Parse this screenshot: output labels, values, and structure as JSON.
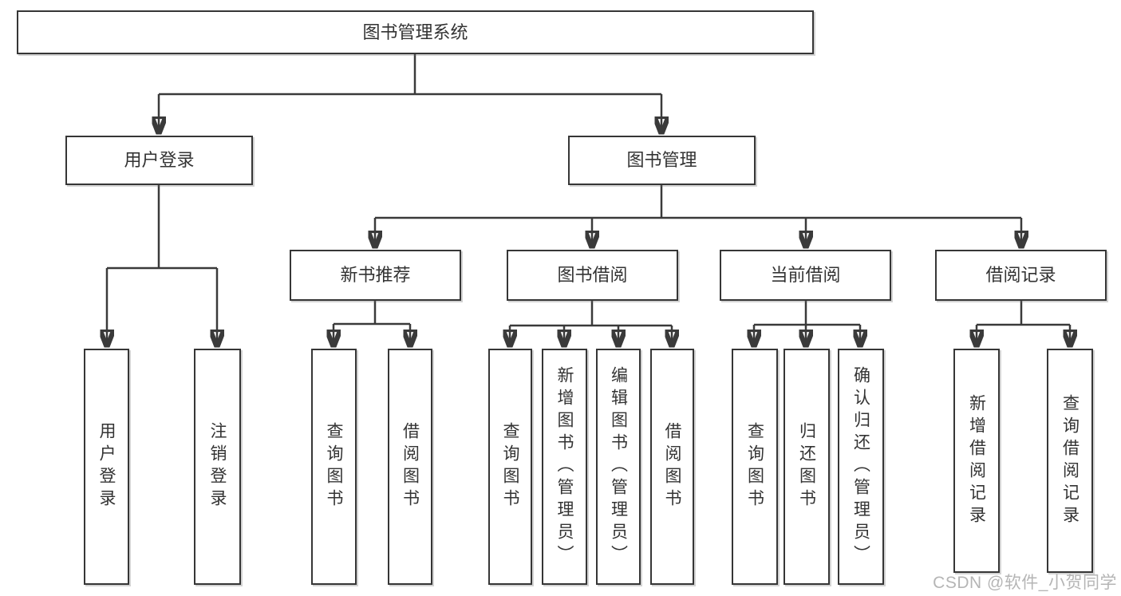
{
  "tree": {
    "label": "图书管理系统",
    "children": [
      {
        "label": "用户登录",
        "children": [
          {
            "label": "用户登录"
          },
          {
            "label": "注销登录"
          }
        ]
      },
      {
        "label": "图书管理",
        "children": [
          {
            "label": "新书推荐",
            "children": [
              {
                "label": "查询图书"
              },
              {
                "label": "借阅图书"
              }
            ]
          },
          {
            "label": "图书借阅",
            "children": [
              {
                "label": "查询图书"
              },
              {
                "label": "新增图书（管理员）"
              },
              {
                "label": "编辑图书（管理员）"
              },
              {
                "label": "借阅图书"
              }
            ]
          },
          {
            "label": "当前借阅",
            "children": [
              {
                "label": "查询图书"
              },
              {
                "label": "归还图书"
              },
              {
                "label": "确认归还（管理员）"
              }
            ]
          },
          {
            "label": "借阅记录",
            "children": [
              {
                "label": "新增借阅记录"
              },
              {
                "label": "查询借阅记录"
              }
            ]
          }
        ]
      }
    ]
  },
  "watermark": {
    "text": "CSDN @软件_小贺同学"
  },
  "colors": {
    "line": "#3a3a3a",
    "box_border": "#363636",
    "text": "#333333",
    "watermark": "#b5b5b5",
    "background": "#ffffff"
  }
}
